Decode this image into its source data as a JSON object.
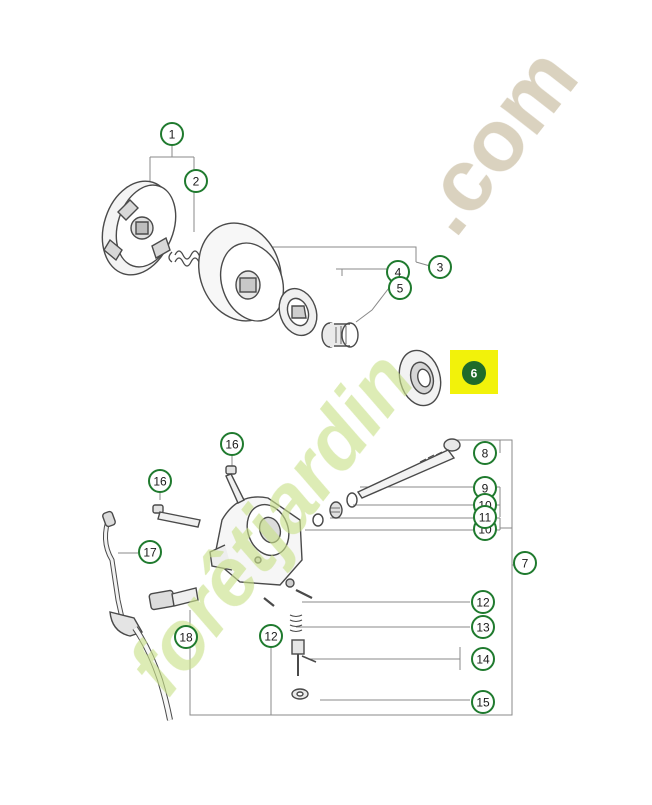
{
  "diagram": {
    "callouts": [
      {
        "id": "c1",
        "label": "1"
      },
      {
        "id": "c2",
        "label": "2"
      },
      {
        "id": "c3",
        "label": "3"
      },
      {
        "id": "c4",
        "label": "4"
      },
      {
        "id": "c5",
        "label": "5"
      },
      {
        "id": "c6",
        "label": "6",
        "highlighted": true
      },
      {
        "id": "c7",
        "label": "7"
      },
      {
        "id": "c8",
        "label": "8"
      },
      {
        "id": "c9",
        "label": "9"
      },
      {
        "id": "c10a",
        "label": "10"
      },
      {
        "id": "c11",
        "label": "11"
      },
      {
        "id": "c10b",
        "label": "10"
      },
      {
        "id": "c12a",
        "label": "12"
      },
      {
        "id": "c12b",
        "label": "12"
      },
      {
        "id": "c13",
        "label": "13"
      },
      {
        "id": "c14",
        "label": "14"
      },
      {
        "id": "c15",
        "label": "15"
      },
      {
        "id": "c16a",
        "label": "16"
      },
      {
        "id": "c16b",
        "label": "16"
      },
      {
        "id": "c17",
        "label": "17"
      },
      {
        "id": "c18",
        "label": "18"
      }
    ],
    "watermarks": {
      "brand_green": "forêtjardin",
      "brand_tan": ".com"
    },
    "colors": {
      "callout_ring": "#1f7a2e",
      "callout_text": "#1a1a1a",
      "highlight_fill": "#f2f20a",
      "highlight_circle": "#1f6b2a",
      "line": "#8a8a8a",
      "part_stroke": "#4a4a4a",
      "watermark_green": "#c8e08a",
      "watermark_tan": "#cbbfa6"
    }
  }
}
